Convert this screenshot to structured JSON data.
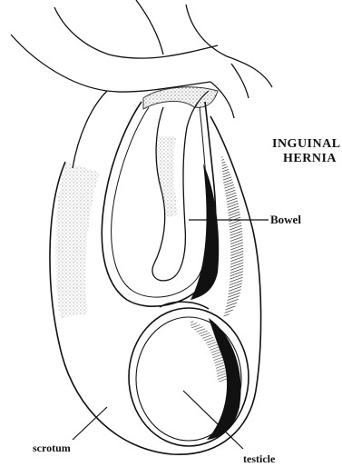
{
  "diagram": {
    "title_line1": "INGUINAL",
    "title_line2": "HERNIA",
    "labels": {
      "bowel": "Bowel",
      "scrotum": "scrotum",
      "testicle": "testicle"
    },
    "colors": {
      "ink": "#111111",
      "paper": "#ffffff"
    }
  }
}
